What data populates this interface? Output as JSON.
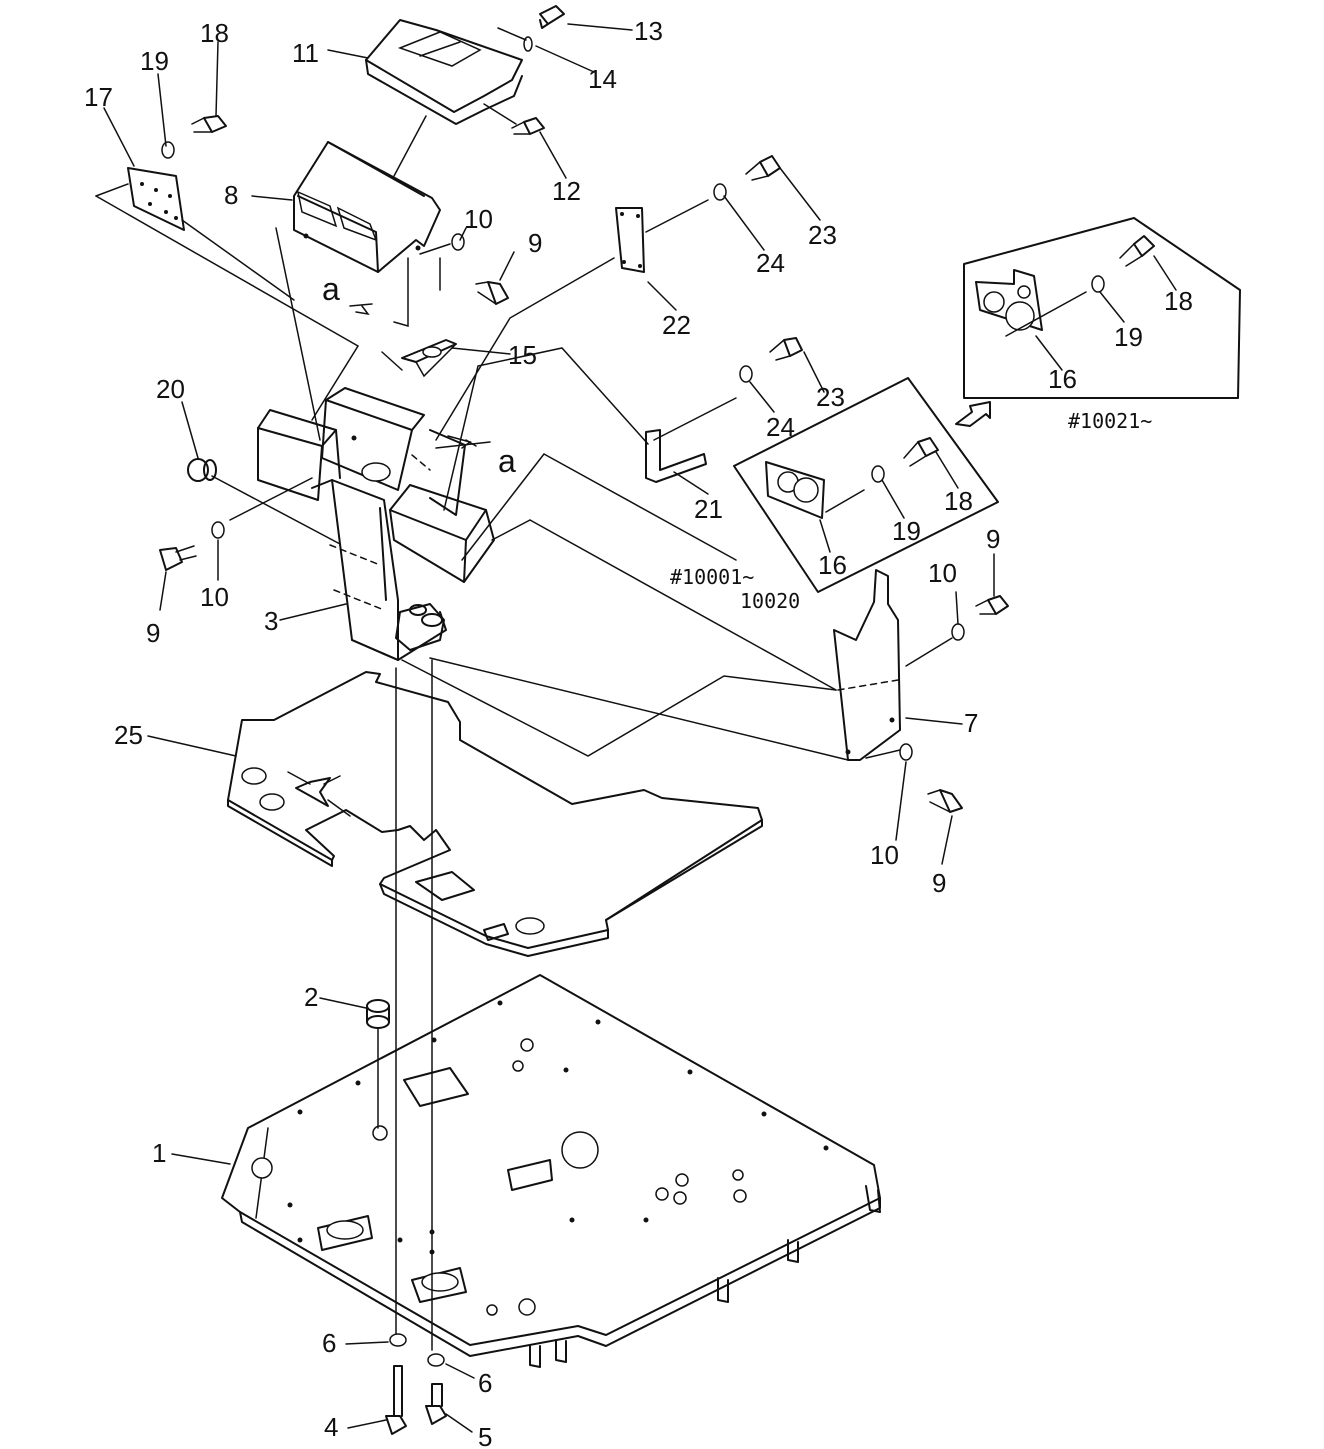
{
  "labels": [
    {
      "id": "lbl-1",
      "text": "1"
    },
    {
      "id": "lbl-2",
      "text": "2"
    },
    {
      "id": "lbl-3",
      "text": "3"
    },
    {
      "id": "lbl-4",
      "text": "4"
    },
    {
      "id": "lbl-5",
      "text": "5"
    },
    {
      "id": "lbl-6a",
      "text": "6"
    },
    {
      "id": "lbl-6b",
      "text": "6"
    },
    {
      "id": "lbl-7",
      "text": "7"
    },
    {
      "id": "lbl-8",
      "text": "8"
    },
    {
      "id": "lbl-9a",
      "text": "9"
    },
    {
      "id": "lbl-9b",
      "text": "9"
    },
    {
      "id": "lbl-9c",
      "text": "9"
    },
    {
      "id": "lbl-9d",
      "text": "9"
    },
    {
      "id": "lbl-10a",
      "text": "10"
    },
    {
      "id": "lbl-10b",
      "text": "10"
    },
    {
      "id": "lbl-10c",
      "text": "10"
    },
    {
      "id": "lbl-10d",
      "text": "10"
    },
    {
      "id": "lbl-11",
      "text": "11"
    },
    {
      "id": "lbl-12",
      "text": "12"
    },
    {
      "id": "lbl-13",
      "text": "13"
    },
    {
      "id": "lbl-14",
      "text": "14"
    },
    {
      "id": "lbl-15",
      "text": "15"
    },
    {
      "id": "lbl-16a",
      "text": "16"
    },
    {
      "id": "lbl-16b",
      "text": "16"
    },
    {
      "id": "lbl-17",
      "text": "17"
    },
    {
      "id": "lbl-18a",
      "text": "18"
    },
    {
      "id": "lbl-18b",
      "text": "18"
    },
    {
      "id": "lbl-18c",
      "text": "18"
    },
    {
      "id": "lbl-19a",
      "text": "19"
    },
    {
      "id": "lbl-19b",
      "text": "19"
    },
    {
      "id": "lbl-19c",
      "text": "19"
    },
    {
      "id": "lbl-20",
      "text": "20"
    },
    {
      "id": "lbl-21",
      "text": "21"
    },
    {
      "id": "lbl-22",
      "text": "22"
    },
    {
      "id": "lbl-23a",
      "text": "23"
    },
    {
      "id": "lbl-23b",
      "text": "23"
    },
    {
      "id": "lbl-24a",
      "text": "24"
    },
    {
      "id": "lbl-24b",
      "text": "24"
    },
    {
      "id": "lbl-25",
      "text": "25"
    }
  ],
  "view_markers": {
    "a_top": "a",
    "a_mid": "a"
  },
  "serial_notes": {
    "range_line1": "#10001~",
    "range_line2": "10020",
    "from": "#10021~"
  }
}
